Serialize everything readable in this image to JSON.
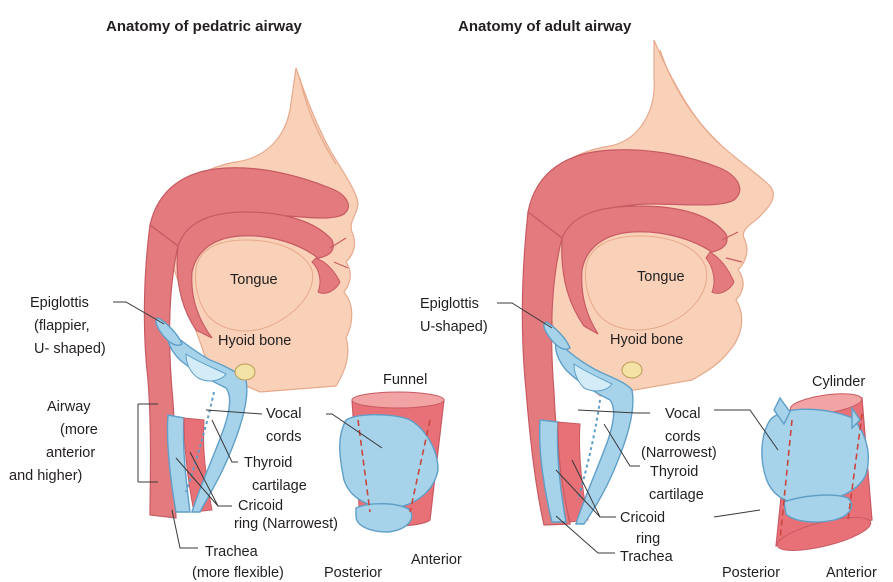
{
  "colors": {
    "skin": "#f9d1b8",
    "skin_outline": "#e7a98c",
    "muscle": "#e27a7e",
    "muscle_dark": "#c85a63",
    "muscle_light": "#f2a3a3",
    "cartilage": "#a7d3ea",
    "cartilage_light": "#d4ecf7",
    "cartilage_outline": "#5f9fc7",
    "hyoid": "#f4e3a6",
    "trachea_red": "#e87178",
    "leader": "#3a3a3a",
    "dash": "#c8463e"
  },
  "pediatric": {
    "title": "Anatomy of pedatric airway",
    "tongue": "Tongue",
    "hyoid": "Hyoid bone",
    "epiglottis": [
      "Epiglottis",
      "(flappier,",
      "U- shaped)"
    ],
    "airway": [
      "Airway",
      "(more",
      "anterior",
      "and higher)"
    ],
    "vocal": [
      "Vocal",
      "cords"
    ],
    "thyroid": [
      "Thyroid",
      "cartilage"
    ],
    "cricoid": [
      "Cricoid",
      "ring (Narrowest)"
    ],
    "trachea": [
      "Trachea",
      "(more flexible)"
    ],
    "shape": "Funnel",
    "posterior": "Posterior",
    "anterior": "Anterior"
  },
  "adult": {
    "title": "Anatomy of adult airway",
    "tongue": "Tongue",
    "hyoid": "Hyoid bone",
    "epiglottis": [
      "Epiglottis",
      "U-shaped)"
    ],
    "vocal": [
      "Vocal",
      "cords",
      "(Narrowest)"
    ],
    "thyroid": [
      "Thyroid",
      "cartilage"
    ],
    "cricoid": [
      "Cricoid",
      "ring"
    ],
    "trachea": [
      "Trachea"
    ],
    "shape": "Cylinder",
    "posterior": "Posterior",
    "anterior": "Anterior"
  }
}
